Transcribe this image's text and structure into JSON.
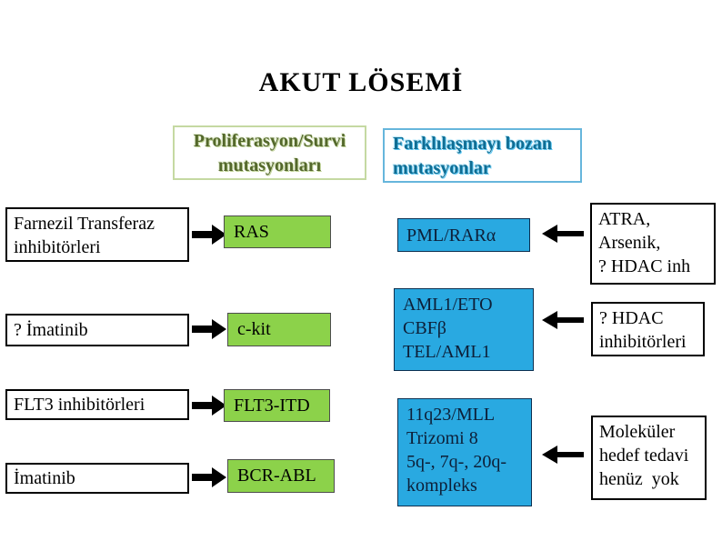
{
  "title": "AKUT LÖSEMİ",
  "headers": {
    "proliferation": {
      "lines": [
        "Proliferasyon/Survi",
        "mutasyonları"
      ]
    },
    "differentiation": {
      "lines": [
        "Farklılaşmayı bozan",
        "mutasyonlar"
      ]
    }
  },
  "left_rows": [
    {
      "therapy_lines": [
        "Farnezil Transferaz",
        "inhibitörleri"
      ],
      "target": "RAS"
    },
    {
      "therapy_lines": [
        "? İmatinib"
      ],
      "target": "c-kit"
    },
    {
      "therapy_lines": [
        "FLT3 inhibitörleri"
      ],
      "target": "FLT3-ITD"
    },
    {
      "therapy_lines": [
        "İmatinib"
      ],
      "target": "BCR-ABL"
    }
  ],
  "right_rows": [
    {
      "mutation_lines": [
        "PML/RARα"
      ],
      "therapy_lines": [
        "ATRA,",
        "Arsenik,",
        "? HDAC inh"
      ]
    },
    {
      "mutation_lines": [
        "AML1/ETO",
        "CBFβ",
        "TEL/AML1"
      ],
      "therapy_lines": [
        "? HDAC",
        "inhibitörleri"
      ]
    },
    {
      "mutation_lines": [
        "11q23/MLL",
        "Trizomi 8",
        "5q-, 7q-, 20q-",
        "kompleks"
      ],
      "therapy_lines": [
        "Moleküler",
        "hedef tedavi",
        "henüz  yok"
      ]
    }
  ],
  "colors": {
    "proliferation_fill": "#8CD24A",
    "differentiation_fill": "#29A9E1",
    "header_green_text": "#54682c",
    "header_blue_text": "#106d93",
    "arrow": "#000000"
  }
}
